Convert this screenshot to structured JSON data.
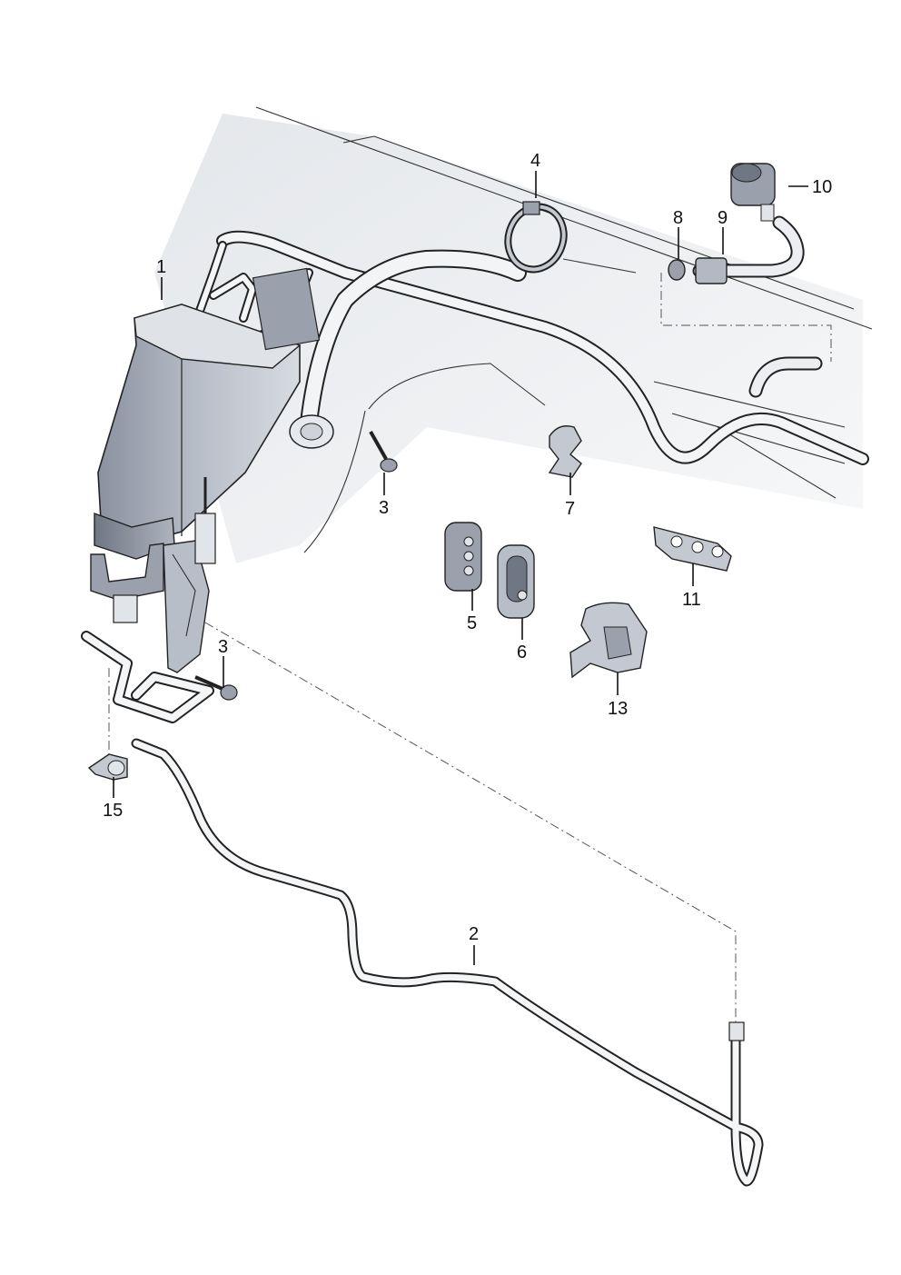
{
  "diagram": {
    "callouts": {
      "c1": "1",
      "c2": "2",
      "c3a": "3",
      "c3b": "3",
      "c4": "4",
      "c5": "5",
      "c6": "6",
      "c7": "7",
      "c8": "8",
      "c9": "9",
      "c10": "10",
      "c11": "11",
      "c13": "13",
      "c15": "15"
    },
    "colors": {
      "line": "#222222",
      "body_fill": "#c7cbd2",
      "body_dark": "#7a8290",
      "hose_fill": "#eef0f3",
      "shadow": "#d9dde3"
    }
  }
}
